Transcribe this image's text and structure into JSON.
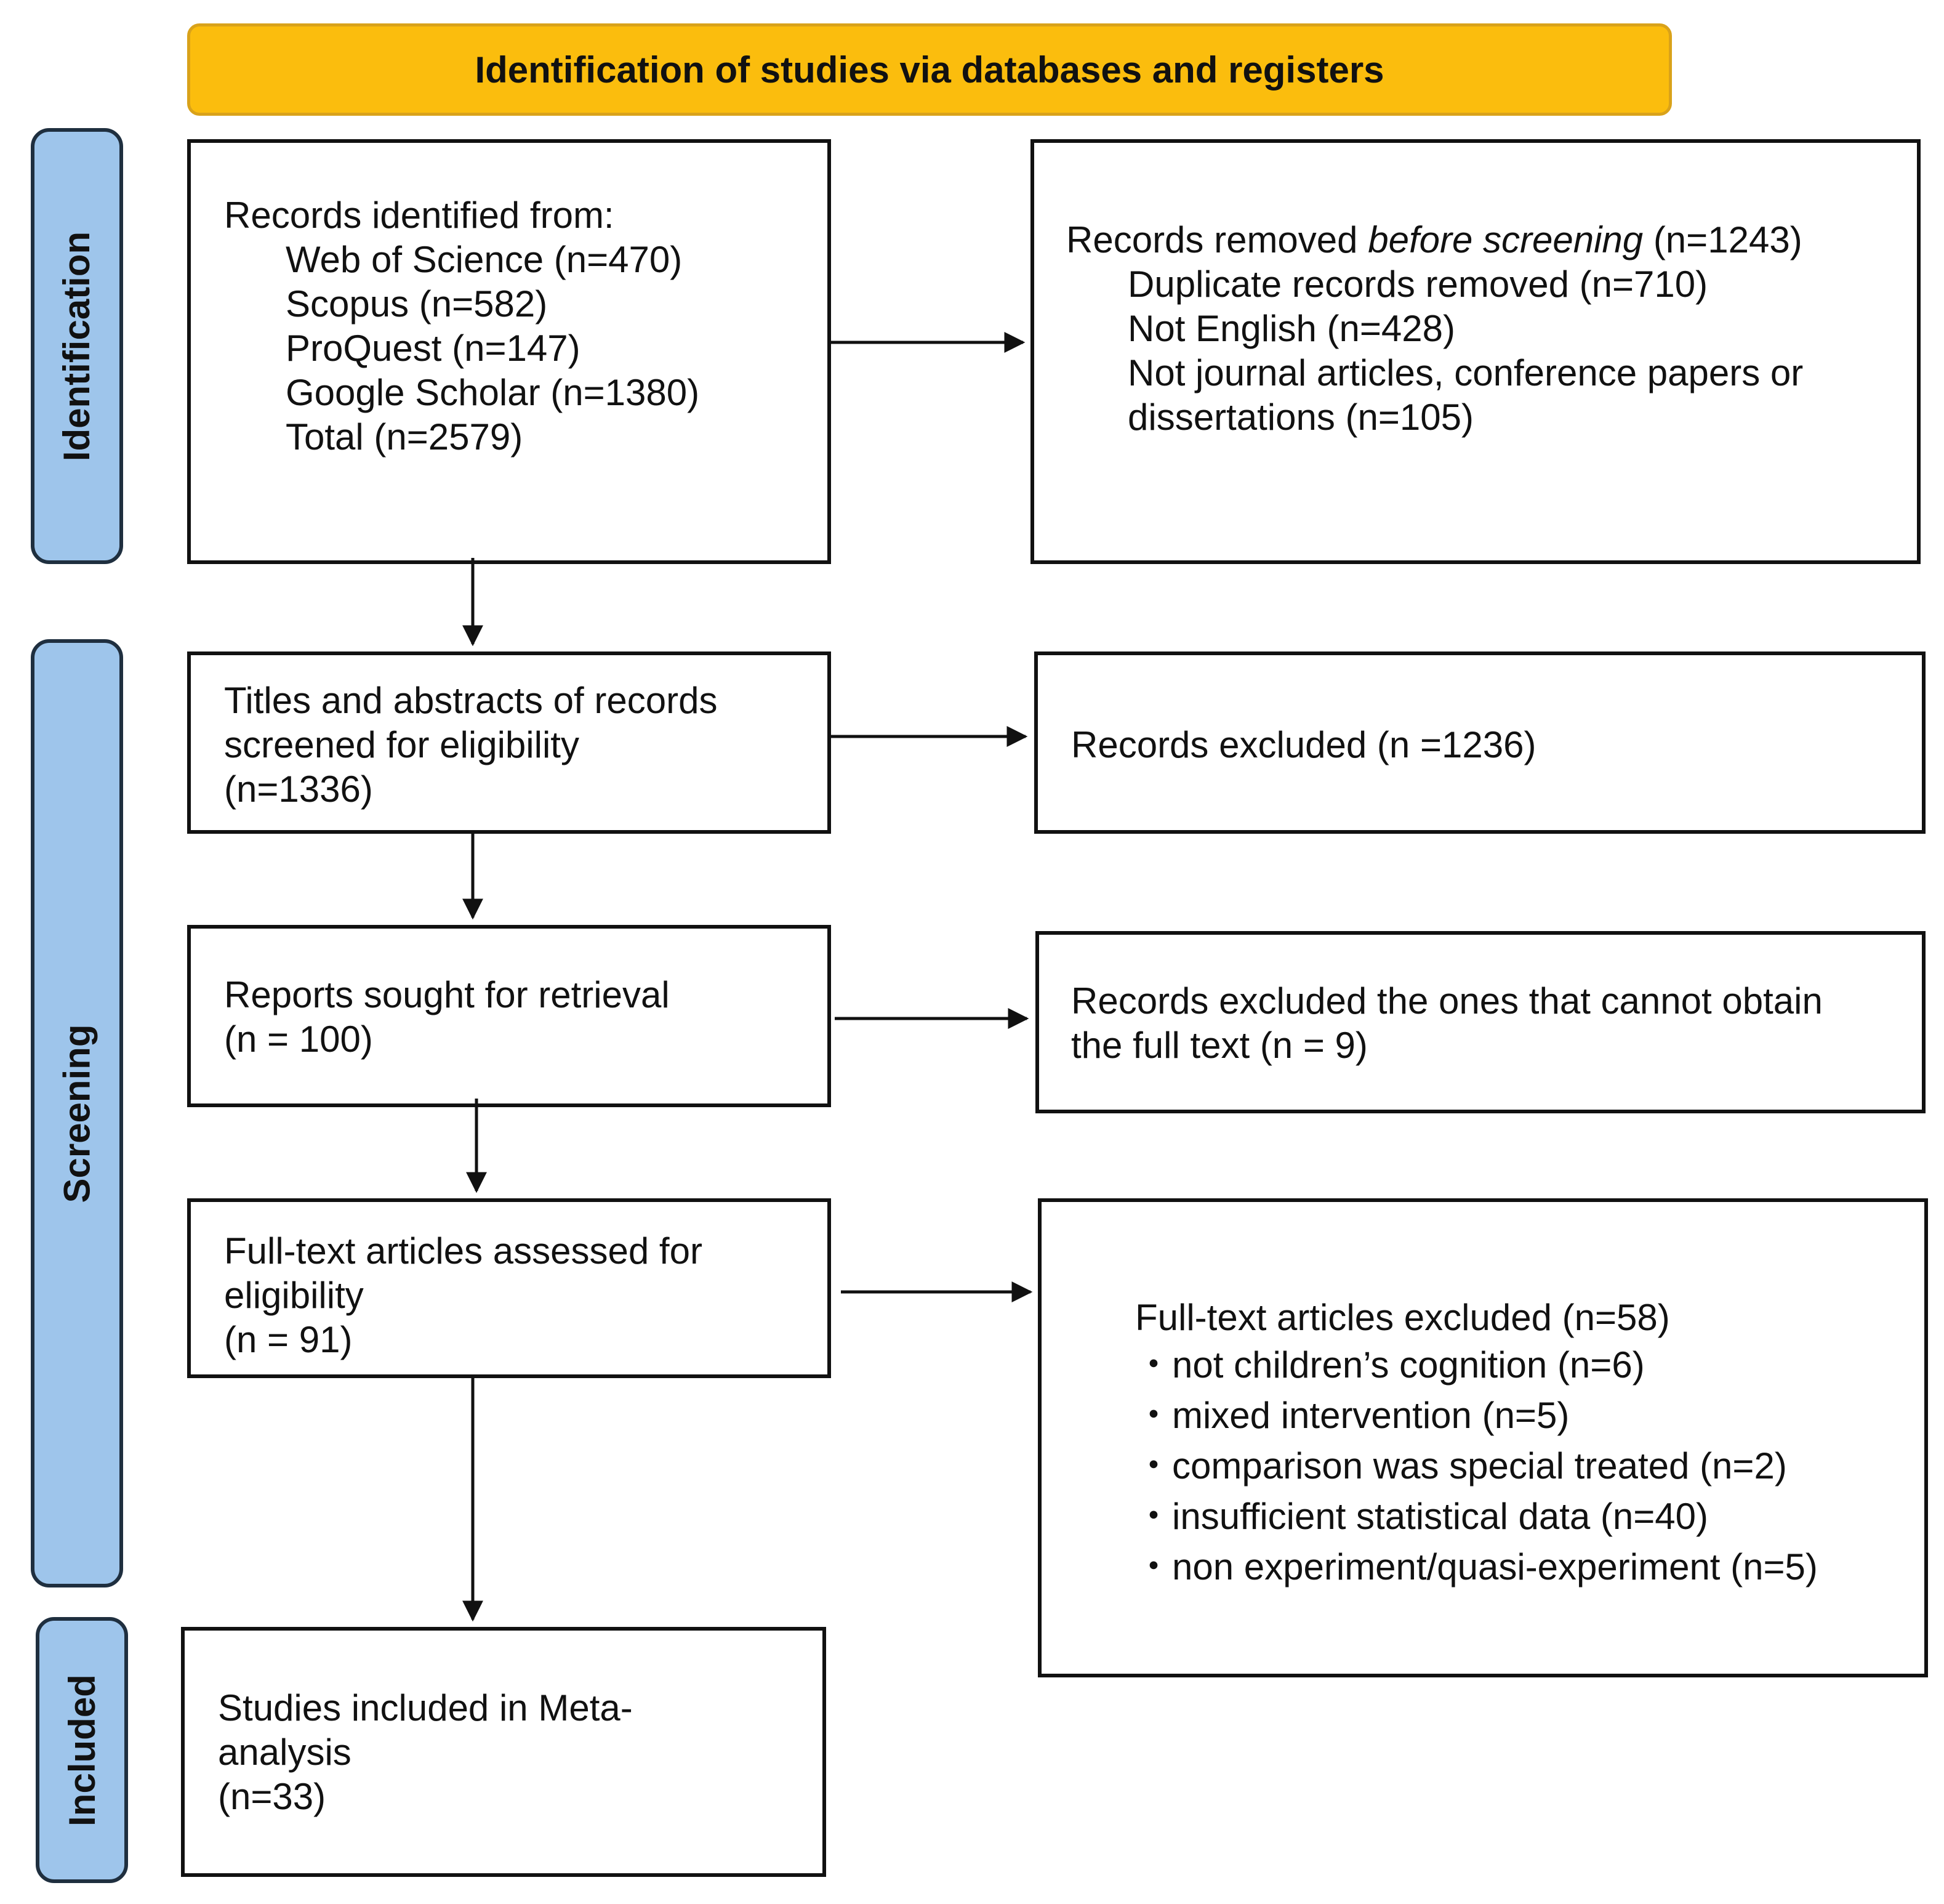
{
  "header": {
    "title": "Identification of studies via databases and registers"
  },
  "phases": {
    "identification": "Identification",
    "screening": "Screening",
    "included": "Included"
  },
  "records_identified": {
    "heading": "Records identified from:",
    "items": [
      "Web of Science (n=470)",
      "Scopus (n=582)",
      "ProQuest (n=147)",
      "Google Scholar (n=1380)",
      "Total (n=2579)"
    ]
  },
  "records_removed": {
    "prefix": "Records removed ",
    "emphasis": "before screening",
    "suffix": " (n=1243)",
    "items": [
      "Duplicate records removed  (n=710)",
      "Not English (n=428)",
      "Not journal articles, conference papers or",
      "dissertations (n=105)"
    ]
  },
  "titles_screened": {
    "lines": [
      "Titles and abstracts of records",
      "screened for eligibility",
      "(n=1336)"
    ]
  },
  "records_excluded": {
    "text": "Records excluded (n =1236)"
  },
  "reports_sought": {
    "lines": [
      "Reports sought for retrieval",
      "(n = 100)"
    ]
  },
  "reports_not_retrieved": {
    "lines": [
      "Records excluded the ones that cannot obtain",
      "the full text (n = 9)"
    ]
  },
  "fulltext_assessed": {
    "lines": [
      "Full-text articles assessed for",
      "eligibility",
      "(n = 91)"
    ]
  },
  "fulltext_excluded": {
    "heading": "Full-text articles excluded (n=58)",
    "items": [
      "・not children’s cognition (n=6)",
      "・mixed intervention (n=5)",
      "・comparison was special treated (n=2)",
      "・insufficient statistical data (n=40)",
      "・non experiment/quasi-experiment (n=5)"
    ]
  },
  "studies_included": {
    "lines": [
      "Studies included in Meta-",
      "analysis",
      "(n=33)"
    ]
  },
  "colors": {
    "header": "#fbbd0d",
    "phase": "#9ec5eb",
    "line": "#111111"
  }
}
